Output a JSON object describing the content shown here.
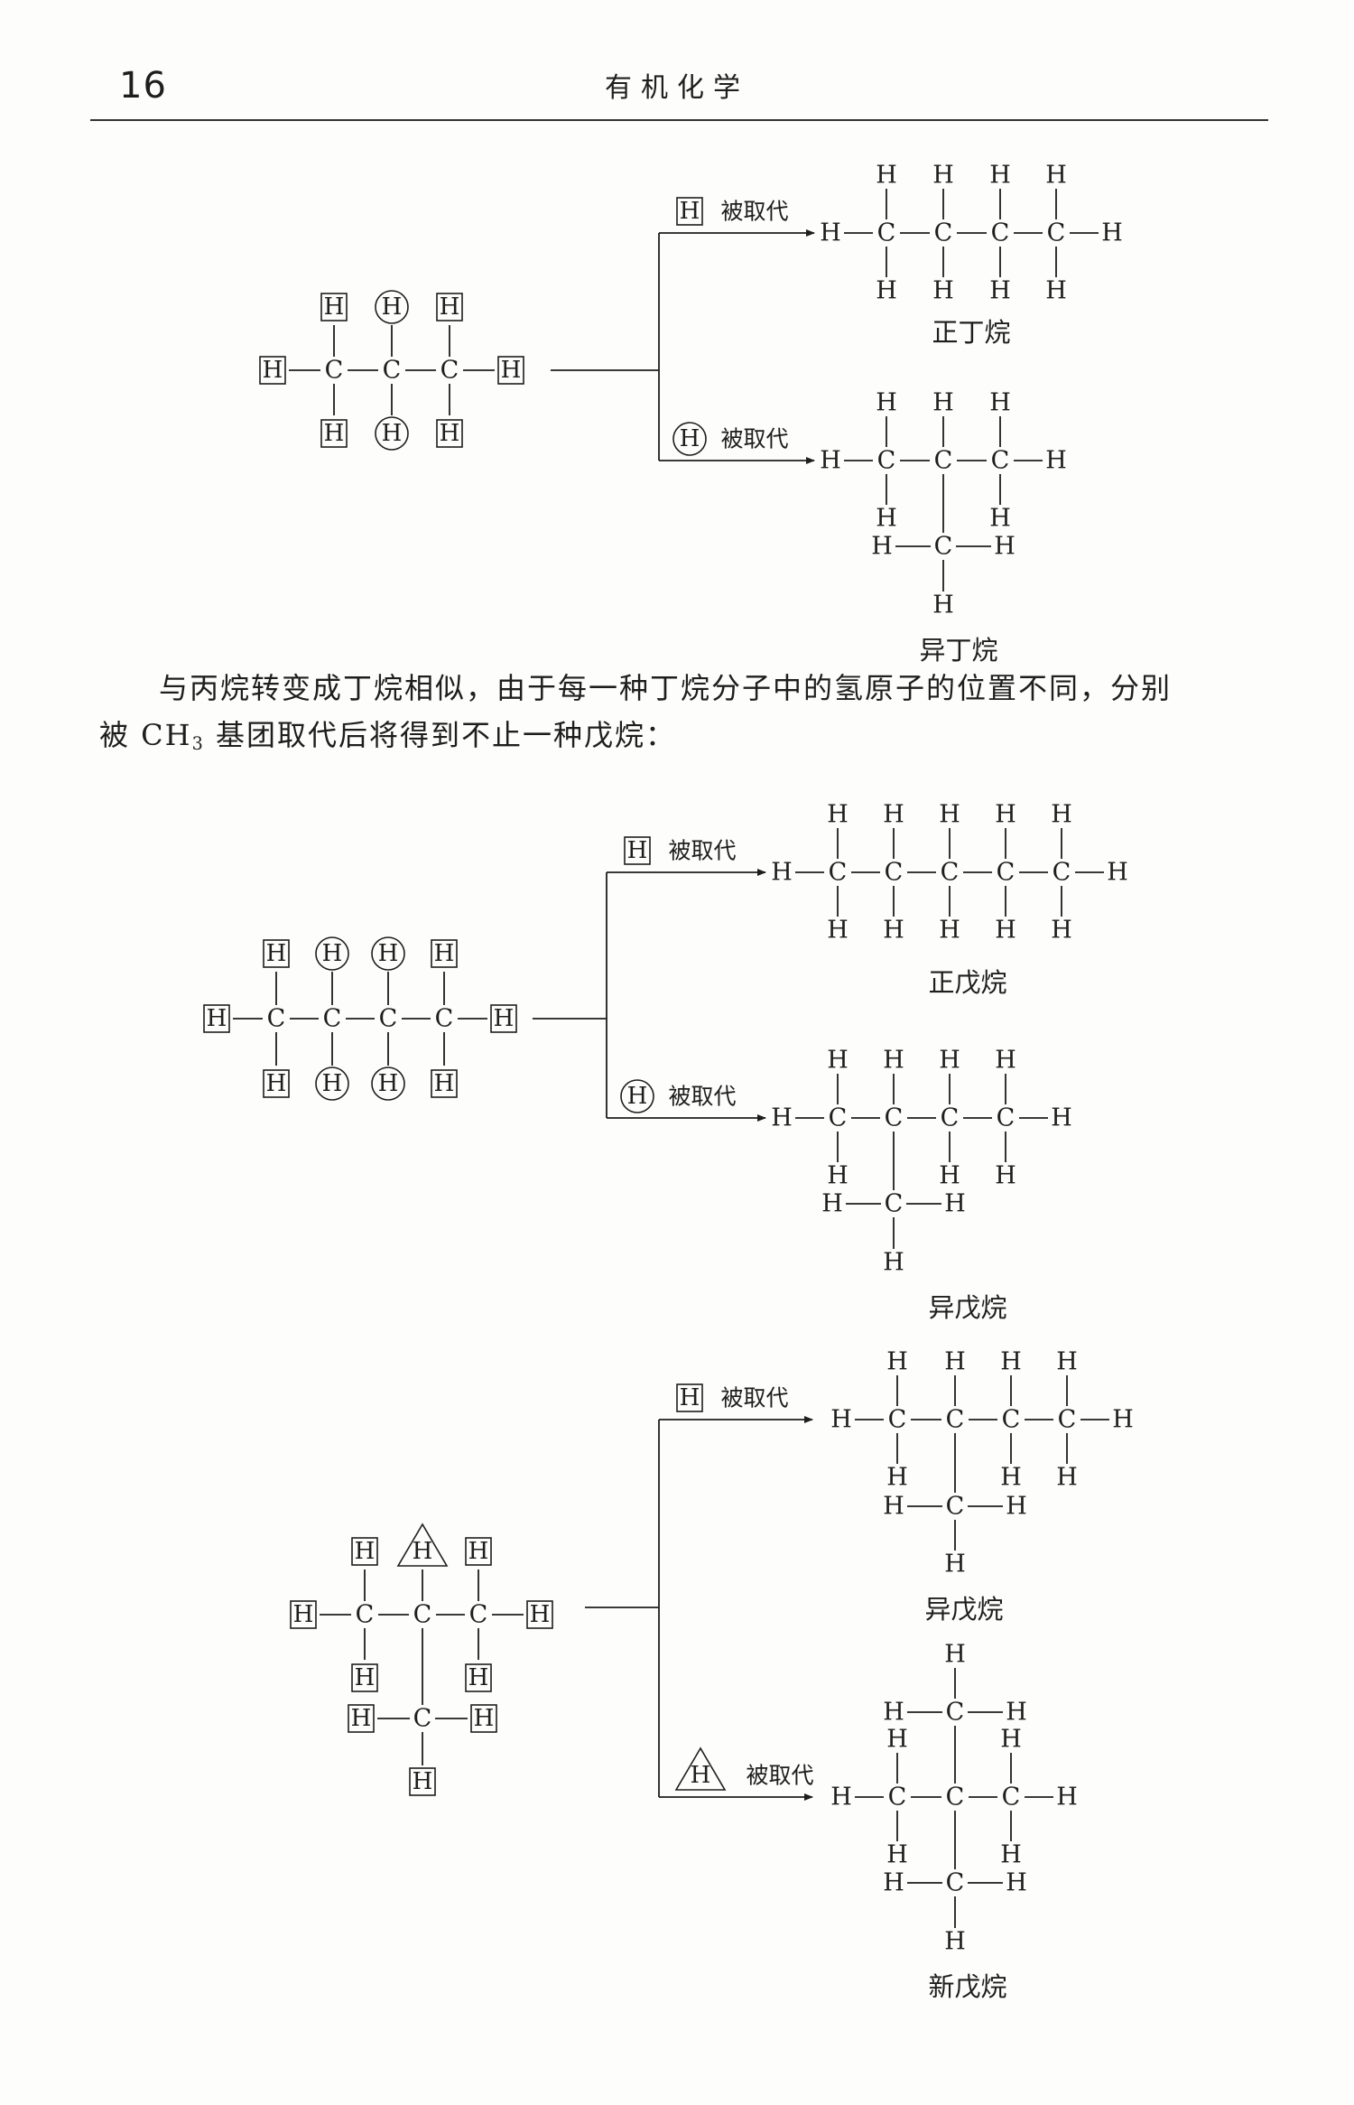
{
  "header": {
    "page_number": "16",
    "running_title": "有机化学"
  },
  "body": {
    "paragraph_line1": "与丙烷转变成丁烷相似，由于每一种丁烷分子中的氢原子的位置不同，分别",
    "paragraph_line2_a": "被 CH",
    "paragraph_line2_sub": "3",
    "paragraph_line2_b": " 基团取代后将得到不止一种戊烷："
  },
  "symbols": {
    "hydrogen": "H",
    "carbon": "C"
  },
  "labels": {
    "replaced_suffix": "被取代",
    "n_butane": "正丁烷",
    "isobutane": "异丁烷",
    "n_pentane": "正戊烷",
    "isopentane": "异戊烷",
    "neopentane": "新戊烷"
  }
}
